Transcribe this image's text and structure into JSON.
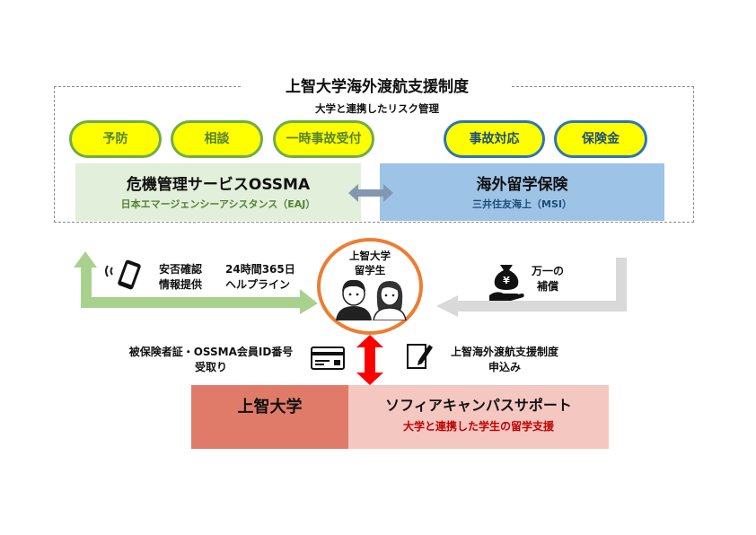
{
  "header": {
    "title": "上智大学海外渡航支援制度",
    "subtitle": "大学と連携したリスク管理"
  },
  "pills": [
    {
      "label": "予防",
      "style": "green"
    },
    {
      "label": "相談",
      "style": "green"
    },
    {
      "label": "一時事故受付",
      "style": "green"
    },
    {
      "label": "事故対応",
      "style": "blue"
    },
    {
      "label": "保険金",
      "style": "blue"
    }
  ],
  "ossma": {
    "title": "危機管理サービスOSSMA",
    "sub": "日本エマージェンシーアシスタンス（EAJ）"
  },
  "insurance": {
    "title": "海外留学保険",
    "sub": "三井住友海上（MSI）"
  },
  "left_flow": {
    "col1_line1": "安否確認",
    "col1_line2": "情報提供",
    "col2_line1": "24時間365日",
    "col2_line2": "ヘルプライン"
  },
  "right_flow": {
    "line1": "万一の",
    "line2": "補償"
  },
  "student": {
    "line1": "上智大学",
    "line2": "留学生"
  },
  "card_label": {
    "line1": "被保険者証・OSSMA会員ID番号",
    "line2": "受取り"
  },
  "apply_label": {
    "line1": "上智海外渡航支援制度",
    "line2": "申込み"
  },
  "sophia": {
    "label": "上智大学"
  },
  "support": {
    "title": "ソフィアキャンパスサポート",
    "sub": "大学と連携した学生の留学支援"
  },
  "colors": {
    "green_arrow": "#a9d18e",
    "gray_arrow": "#d9d9d9",
    "red_arrow": "#ff0000",
    "orange_circle": "#ed7d31"
  },
  "icons": [
    "phone-icon",
    "money-bag-hand-icon",
    "id-card-icon",
    "pen-paper-icon",
    "students-icon"
  ]
}
